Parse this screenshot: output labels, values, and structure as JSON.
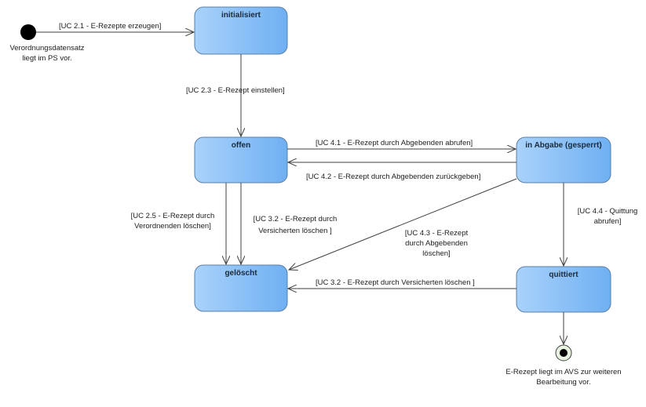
{
  "states": {
    "initialisiert": "initialisiert",
    "offen": "offen",
    "in_abgabe": "in Abgabe (gesperrt)",
    "geloescht": "gelöscht",
    "quittiert": "quittiert"
  },
  "start_note": {
    "line1": "Verordnungsdatensatz",
    "line2": "liegt im PS vor."
  },
  "end_note": {
    "line1": "E-Rezept liegt im AVS zur weiteren",
    "line2": "Bearbeitung vor."
  },
  "transitions": {
    "uc21": "[UC 2.1 - E-Rezepte erzeugen]",
    "uc23": "[UC 2.3 - E-Rezept einstellen]",
    "uc41": "[UC 4.1 - E-Rezept durch Abgebenden abrufen]",
    "uc42": "[UC 4.2 - E-Rezept durch Abgebenden zurückgeben]",
    "uc25": {
      "line1": "[UC 2.5 - E-Rezept durch",
      "line2": "Verordnenden löschen]"
    },
    "uc32a": {
      "line1": "[UC 3.2 - E-Rezept durch",
      "line2": "Versicherten löschen ]"
    },
    "uc43": {
      "line1": "[UC 4.3 - E-Rezept",
      "line2": "durch Abgebenden",
      "line3": "löschen]"
    },
    "uc44": {
      "line1": "[UC 4.4 - Quittung",
      "line2": "abrufen]"
    },
    "uc32b": "[UC 3.2 - E-Rezept durch Versicherten löschen ]"
  }
}
